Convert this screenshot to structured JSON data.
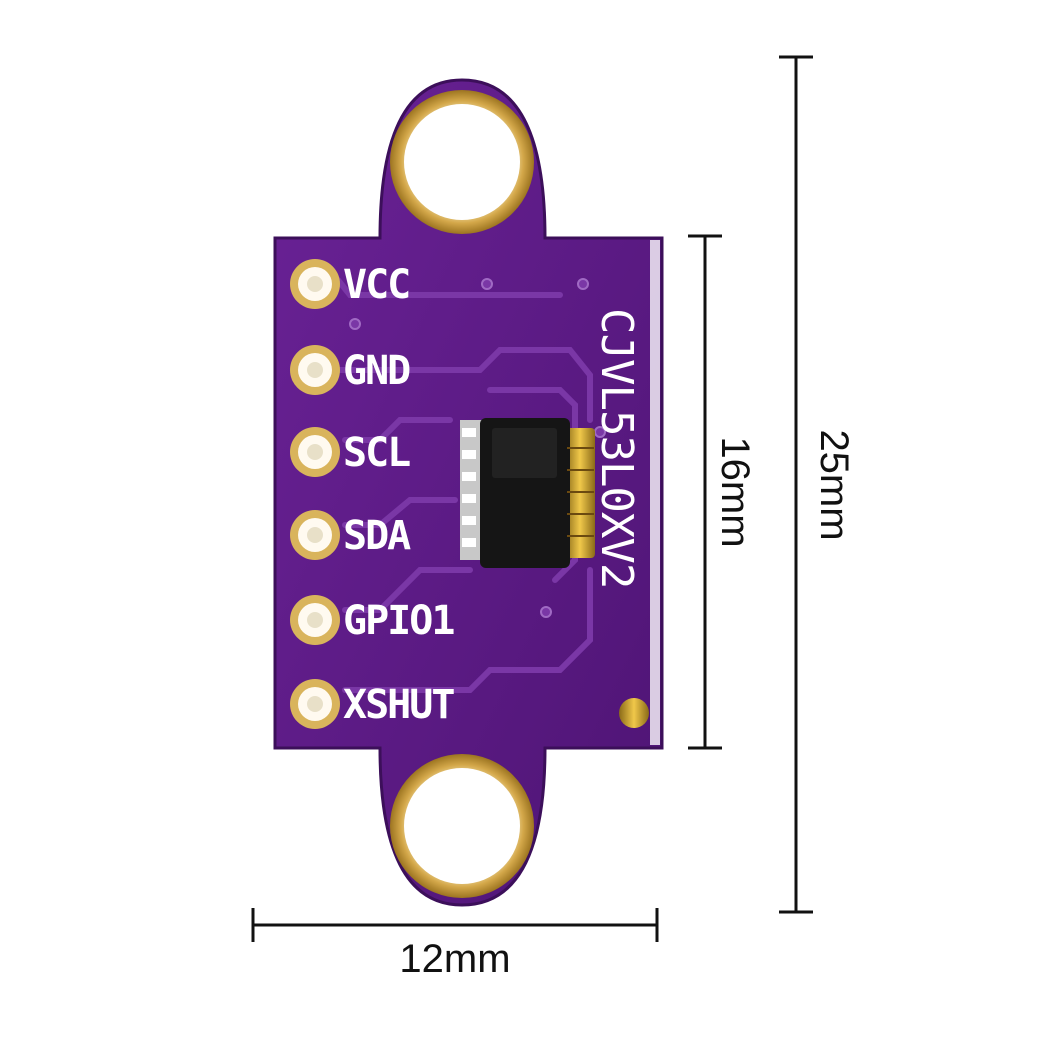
{
  "board": {
    "model_label": "CJVL53L0XV2",
    "pins": [
      {
        "label": "VCC"
      },
      {
        "label": "GND"
      },
      {
        "label": "SCL"
      },
      {
        "label": "SDA"
      },
      {
        "label": "GPIO1"
      },
      {
        "label": "XSHUT"
      }
    ],
    "colors": {
      "pcb": "#5b1a85",
      "pcb_dark": "#461266",
      "gold": "#d8b25a",
      "silkscreen": "#ffffff"
    }
  },
  "dimensions": {
    "width_label": "12mm",
    "inner_height_label": "16mm",
    "total_height_label": "25mm"
  }
}
